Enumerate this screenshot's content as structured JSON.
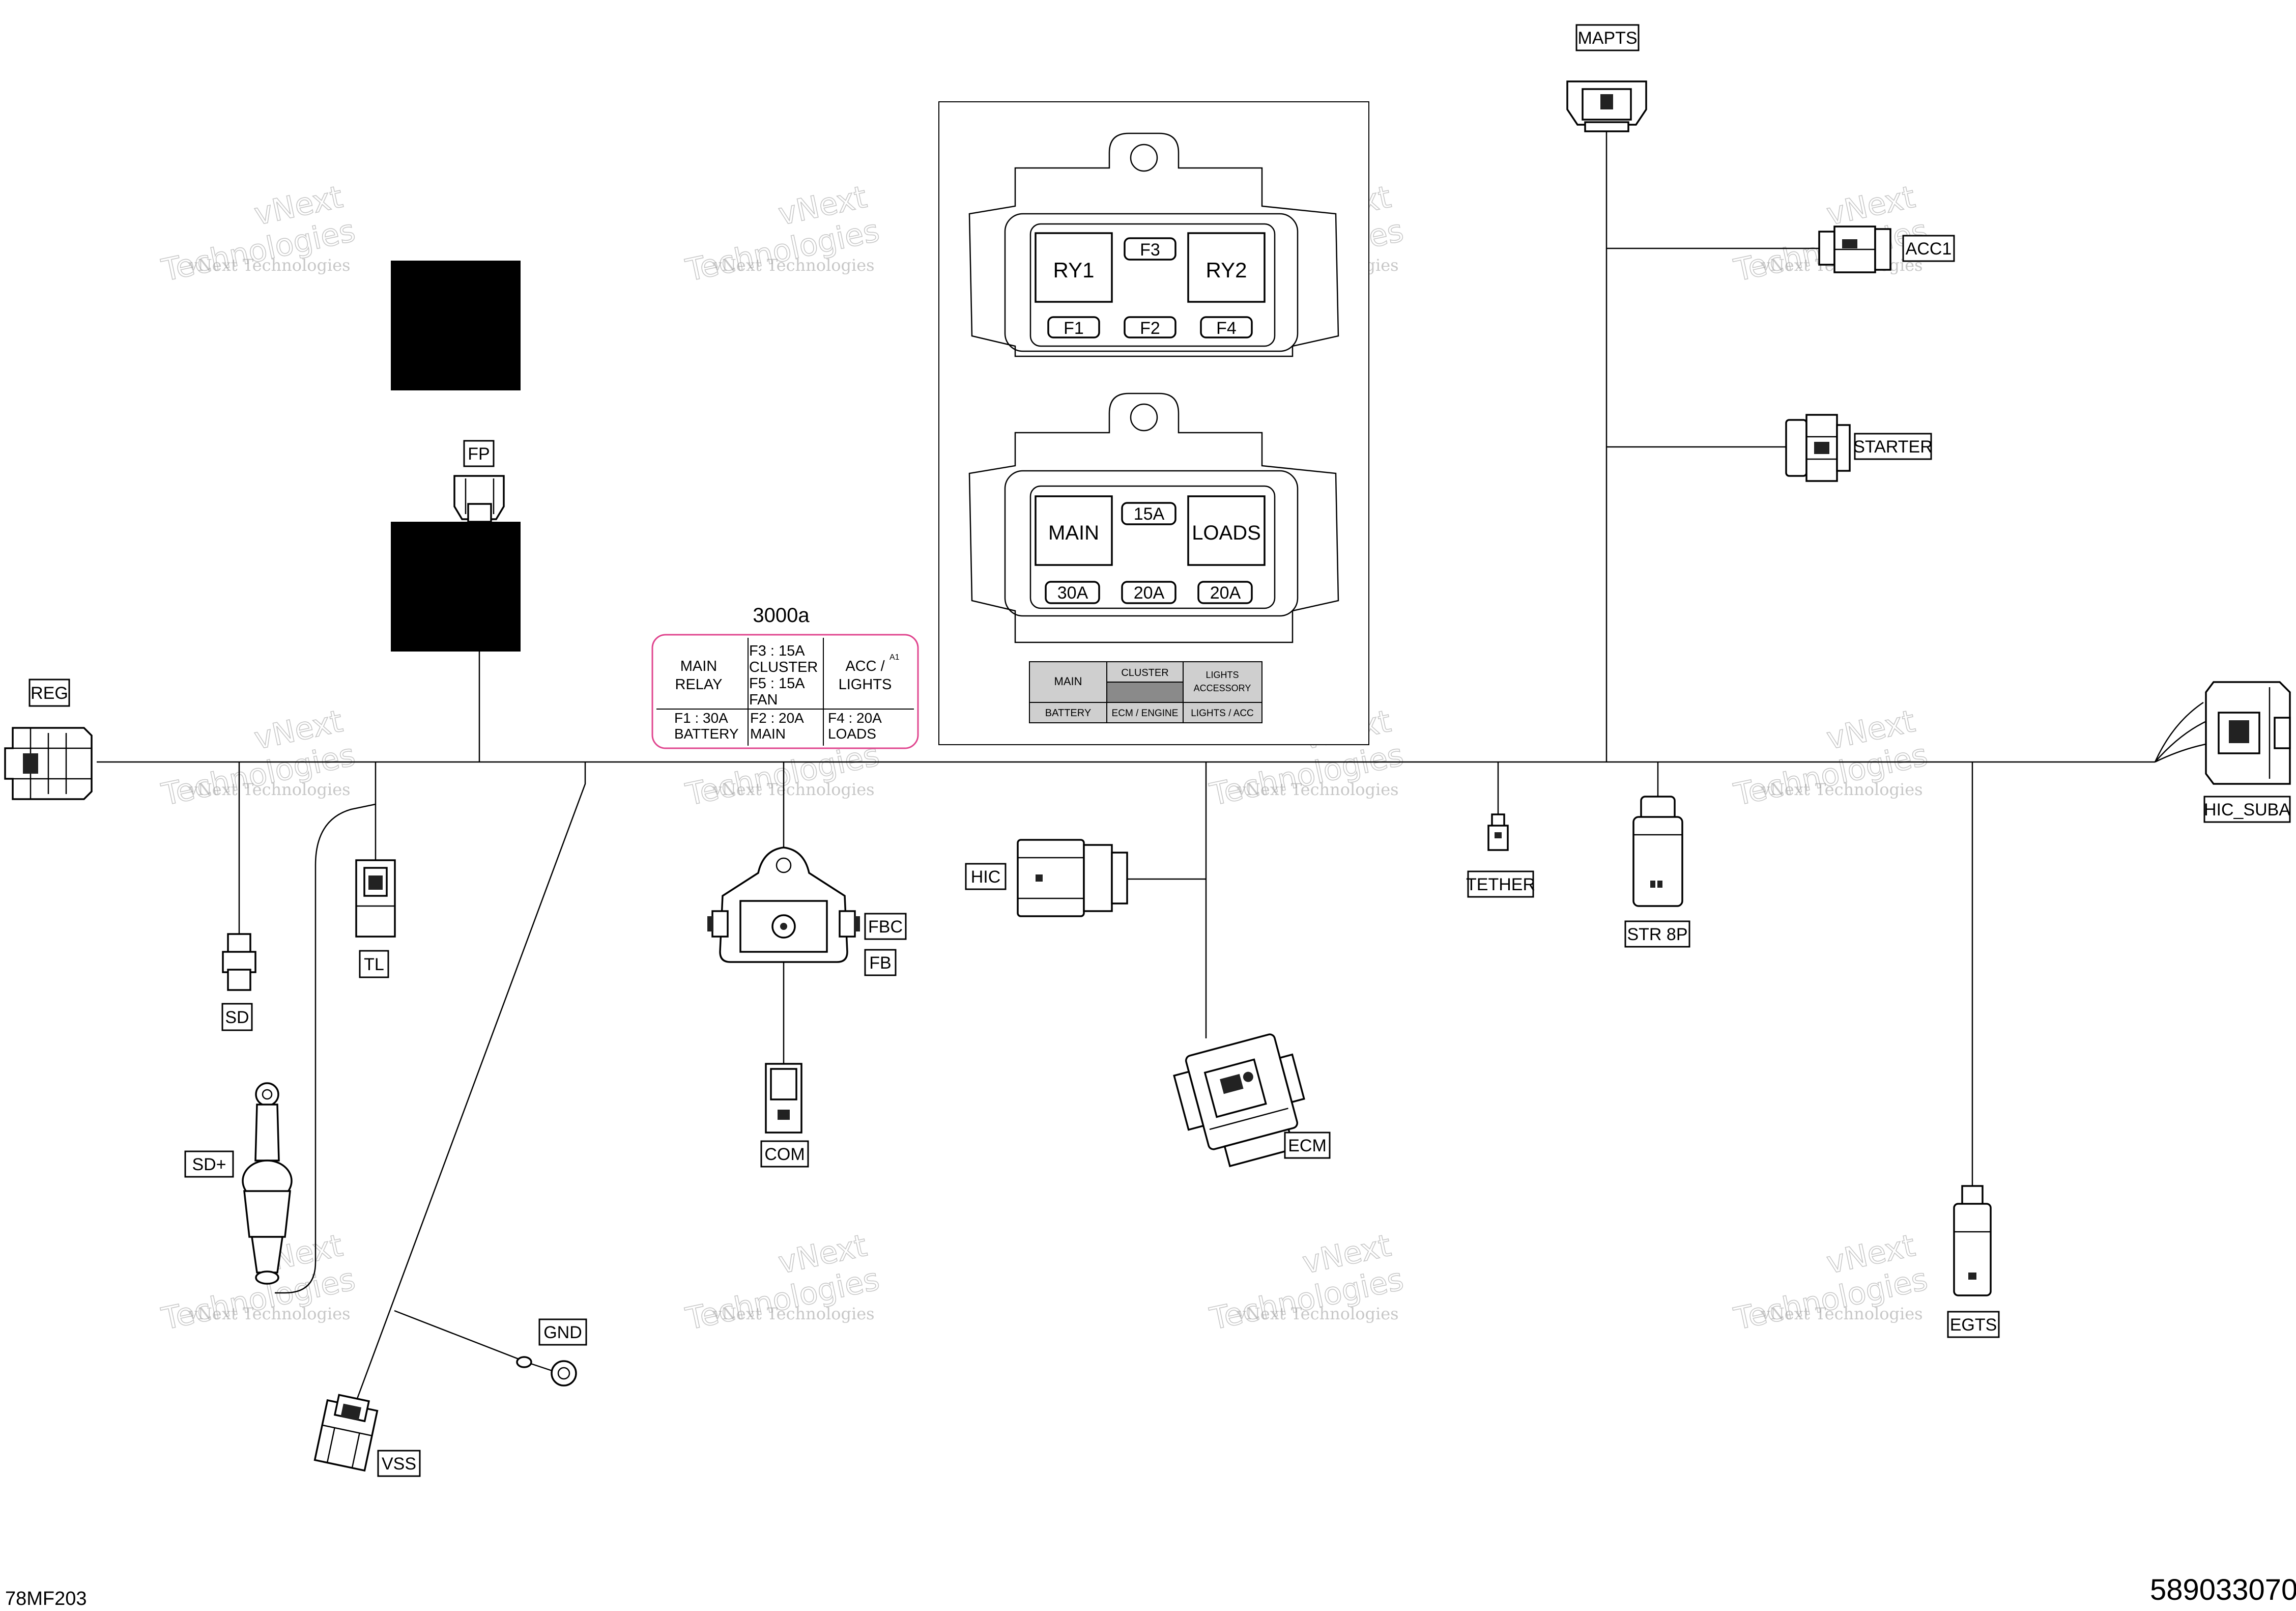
{
  "connectors": {
    "reg": "REG",
    "fp": "FP",
    "sd": "SD",
    "tl": "TL",
    "sd_plus": "SD+",
    "gnd": "GND",
    "vss": "VSS",
    "fbc": "FBC",
    "fb": "FB",
    "com": "COM",
    "hic": "HIC",
    "ecm": "ECM",
    "tether": "TETHER",
    "str8p": "STR 8P",
    "egts": "EGTS",
    "mapts": "MAPTS",
    "acc1": "ACC1",
    "starter": "STARTER",
    "hic_suba": "HIC_SUBA"
  },
  "fuse_table": {
    "title": "3000a",
    "main_relay_1": "MAIN",
    "main_relay_2": "RELAY",
    "f3": "F3 : 15A",
    "f3_name": "CLUSTER",
    "f5": "F5 : 15A",
    "f5_name": "FAN",
    "acc_1": "ACC /",
    "acc_2": "LIGHTS",
    "acc_mark": "A1",
    "f1": "F1 : 30A",
    "f1_name": "BATTERY",
    "f2": "F2 : 20A",
    "f2_name": "MAIN",
    "f4": "F4 : 20A",
    "f4_name": "LOADS"
  },
  "fuse_box": {
    "ry1": "RY1",
    "ry2": "RY2",
    "f1": "F1",
    "f2": "F2",
    "f3": "F3",
    "f4": "F4",
    "main": "MAIN",
    "loads": "LOADS",
    "a15": "15A",
    "a30": "30A",
    "a20_1": "20A",
    "a20_2": "20A"
  },
  "legend": {
    "main": "MAIN",
    "cluster": "CLUSTER",
    "lights_1": "LIGHTS",
    "lights_2": "ACCESSORY",
    "battery": "BATTERY",
    "ecm_engine": "ECM / ENGINE",
    "lights_acc": "LIGHTS / ACC"
  },
  "watermark": {
    "line1": "vNext",
    "line2": "Technologies",
    "line3": "vNext Technologies"
  },
  "footer": {
    "left_code": "78MF203",
    "right_code": "589033070"
  }
}
